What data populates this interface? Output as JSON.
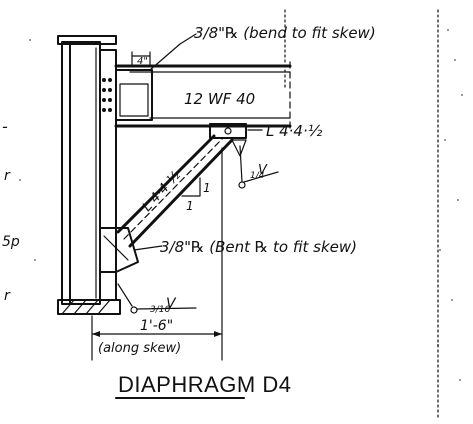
{
  "diagram": {
    "title": "DIAPHRAGM D4",
    "labels": {
      "top_plate_note": "3/8\"℞ (bend to fit skew)",
      "top_plate_dim": "4\"",
      "beam": "12 WF 40",
      "angle_bottom": "L 4·4·½",
      "weld_top_size": "1/4",
      "weld_top_v": "V",
      "brace_angle": "L 4·4·½",
      "slope_rise": "1",
      "slope_run": "1",
      "bottom_plate_note": "3/8\"℞ (Bent ℞ to fit skew)",
      "weld_bottom_size": "3/16",
      "weld_bottom_v": "V",
      "span_dim": "1'-6\"",
      "span_note": "(along skew)",
      "margin_frag_1": "r",
      "margin_frag_2": "5p",
      "margin_frag_3": "r",
      "margin_frag_4": "-"
    }
  }
}
